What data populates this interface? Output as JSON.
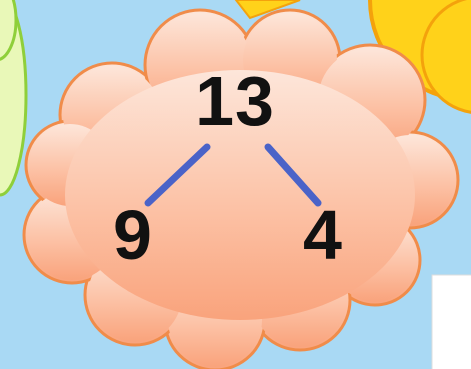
{
  "number_bond": {
    "whole": "13",
    "part_left": "9",
    "part_right": "4"
  },
  "colors": {
    "sky": "#a9d9f4",
    "cloud_top": "#fde0d0",
    "cloud_bottom": "#f9a37c",
    "cloud_outline": "#f08c4a",
    "bond_line": "#4a63c8",
    "sun": "#ffd21a",
    "sun_outline": "#f4a20c",
    "tree_fill": "#e9f8b8",
    "tree_outline": "#8fcf3a",
    "panel": "#ffffff"
  },
  "decorations": [
    "cloud-shape",
    "sun-shape",
    "tree-shape",
    "white-panel"
  ]
}
